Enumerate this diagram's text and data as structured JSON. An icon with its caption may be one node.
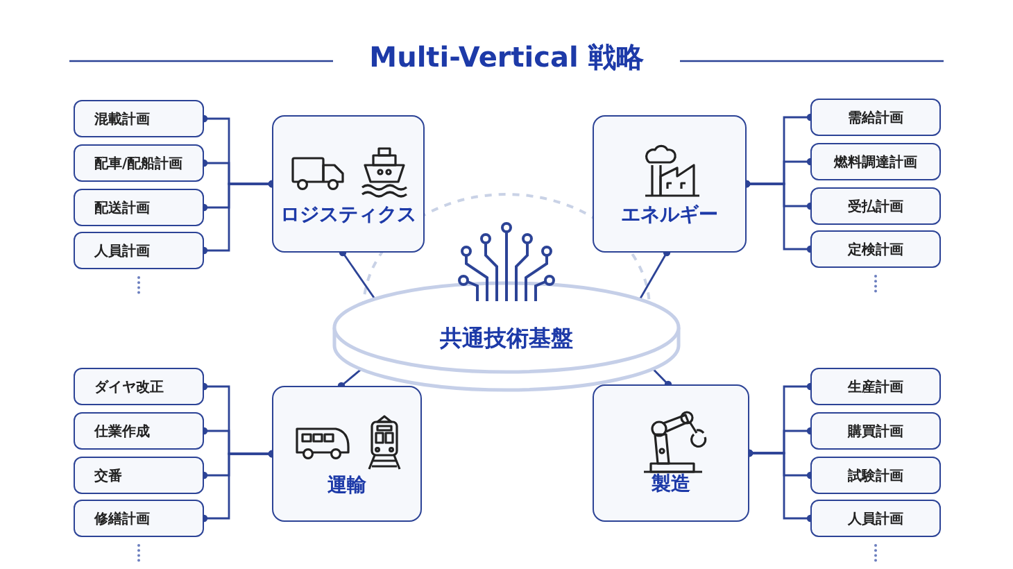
{
  "diagram": {
    "title": "Multi-Vertical 戦略",
    "nodes": [
      {
        "text": [
          "ロジスティクス"
        ]
      },
      {
        "text": [
          "混載計画"
        ]
      },
      {
        "text": [
          "配車/配船計画"
        ]
      },
      {
        "text": [
          "配送計画"
        ]
      },
      {
        "text": [
          "人員計画"
        ]
      },
      {
        "text": [
          "エネルギー"
        ]
      },
      {
        "text": [
          "需給計画"
        ]
      },
      {
        "text": [
          "燃料調達計画"
        ]
      },
      {
        "text": [
          "受払計画"
        ]
      },
      {
        "text": [
          "定検計画"
        ]
      },
      {
        "text": [
          "共通技術基盤"
        ]
      },
      {
        "text": [
          "運輸"
        ]
      },
      {
        "text": [
          "ダイヤ改正"
        ]
      },
      {
        "text": [
          "仕業作成"
        ]
      },
      {
        "text": [
          "交番"
        ]
      },
      {
        "text": [
          "修繕計画"
        ]
      },
      {
        "text": [
          "製造"
        ]
      },
      {
        "text": [
          "生産計画"
        ]
      },
      {
        "text": [
          "購買計画"
        ]
      },
      {
        "text": [
          "試験計画"
        ]
      },
      {
        "text": [
          "人員計画"
        ]
      }
    ],
    "edges": [
      {
        "from": 0,
        "to": 1,
        "arrow": "other"
      },
      {
        "from": 0,
        "to": 2,
        "arrow": "other"
      },
      {
        "from": 0,
        "to": 3,
        "arrow": "other"
      },
      {
        "from": 0,
        "to": 4,
        "arrow": "other"
      },
      {
        "from": 5,
        "to": 6,
        "arrow": "other"
      },
      {
        "from": 5,
        "to": 7,
        "arrow": "other"
      },
      {
        "from": 5,
        "to": 8,
        "arrow": "other"
      },
      {
        "from": 5,
        "to": 9,
        "arrow": "other"
      },
      {
        "from": 11,
        "to": 12,
        "arrow": "other"
      },
      {
        "from": 11,
        "to": 13,
        "arrow": "other"
      },
      {
        "from": 11,
        "to": 14,
        "arrow": "other"
      },
      {
        "from": 11,
        "to": 15,
        "arrow": "other"
      },
      {
        "from": 16,
        "to": 17,
        "arrow": "other"
      },
      {
        "from": 16,
        "to": 18,
        "arrow": "other"
      },
      {
        "from": 16,
        "to": 19,
        "arrow": "other"
      },
      {
        "from": 16,
        "to": 20,
        "arrow": "other"
      },
      {
        "from": 0,
        "to": 10,
        "arrow": "other"
      },
      {
        "from": 5,
        "to": 10,
        "arrow": "other"
      },
      {
        "from": 11,
        "to": 10,
        "arrow": "other"
      },
      {
        "from": 16,
        "to": 10,
        "arrow": "other"
      }
    ]
  }
}
